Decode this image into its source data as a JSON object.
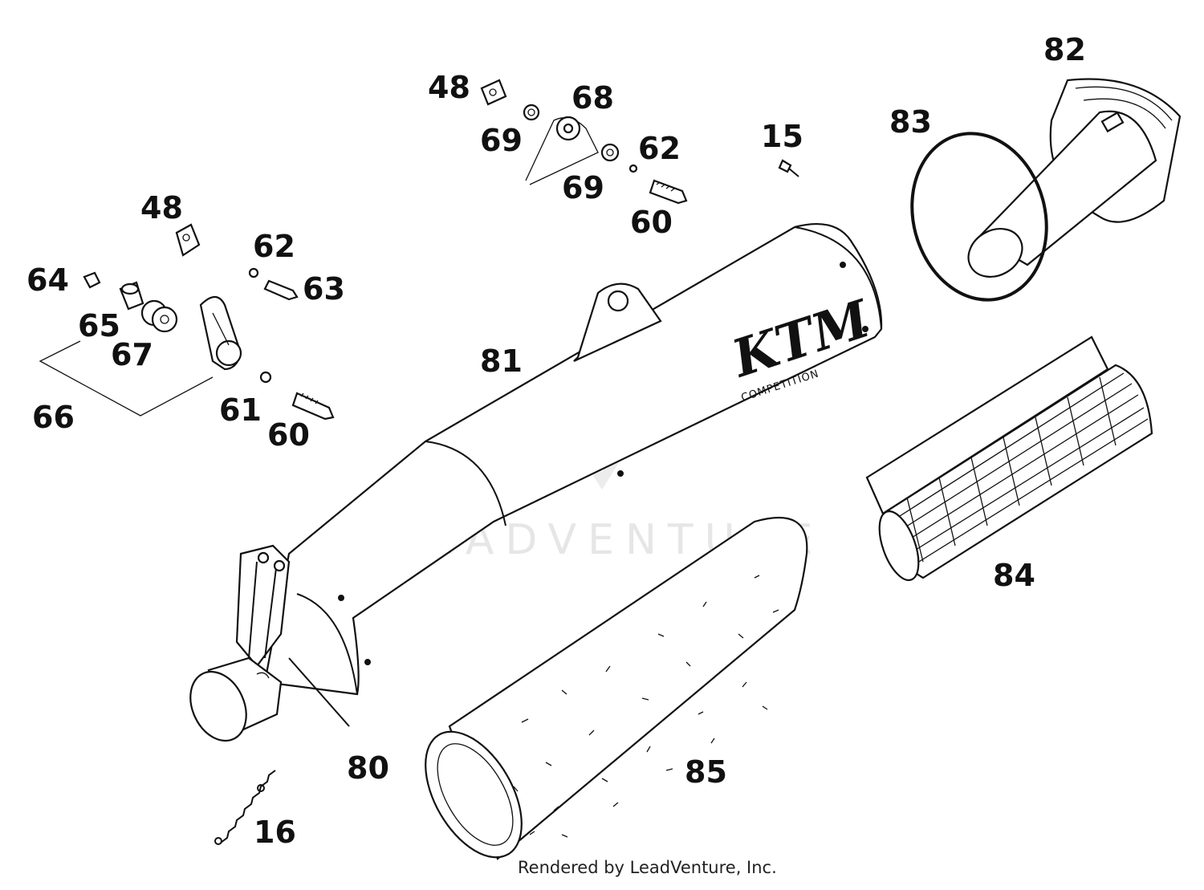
{
  "diagram": {
    "labels": {
      "p48a": "48",
      "p68": "68",
      "p69a": "69",
      "p69b": "69",
      "p62a": "62",
      "p60a": "60",
      "p15": "15",
      "p82": "82",
      "p83": "83",
      "p48b": "48",
      "p64": "64",
      "p62b": "62",
      "p63": "63",
      "p65": "65",
      "p67": "67",
      "p66": "66",
      "p61": "61",
      "p60b": "60",
      "p81": "81",
      "p80": "80",
      "p16": "16",
      "p85": "85",
      "p84": "84"
    },
    "muffler_brand": "KTM",
    "muffler_sub": "COMPETITION"
  },
  "watermark": {
    "text": "LEADVENTURE"
  },
  "footer": {
    "credit": "Rendered by LeadVenture, Inc."
  }
}
